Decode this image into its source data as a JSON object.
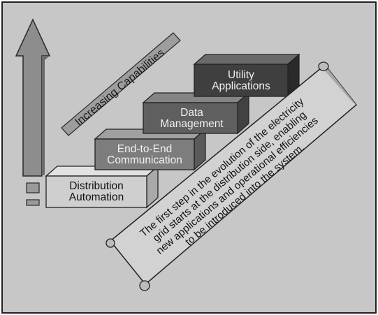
{
  "arrow_label": "Increasing Capabilities",
  "steps": [
    {
      "lines": [
        "Distribution",
        "Automation"
      ]
    },
    {
      "lines": [
        "End-to-End",
        "Communication"
      ]
    },
    {
      "lines": [
        "Data",
        "Management"
      ]
    },
    {
      "lines": [
        "Utility",
        "Applications"
      ]
    }
  ],
  "scroll": {
    "lines": [
      "The first step in the evolution of the electricity",
      "grid starts at the distribution side, enabling",
      "new applications and operational efficiencies",
      "to be introduced into the system."
    ]
  },
  "colors": {
    "background": "#c7c7c7",
    "arrow": "#8c8c8c",
    "step1_face": "#cfcfcf",
    "step2_face": "#7d7d7d",
    "step3_face": "#5f5f5f",
    "step4_face": "#3f3f3f",
    "scroll": "#d2d2d2"
  }
}
